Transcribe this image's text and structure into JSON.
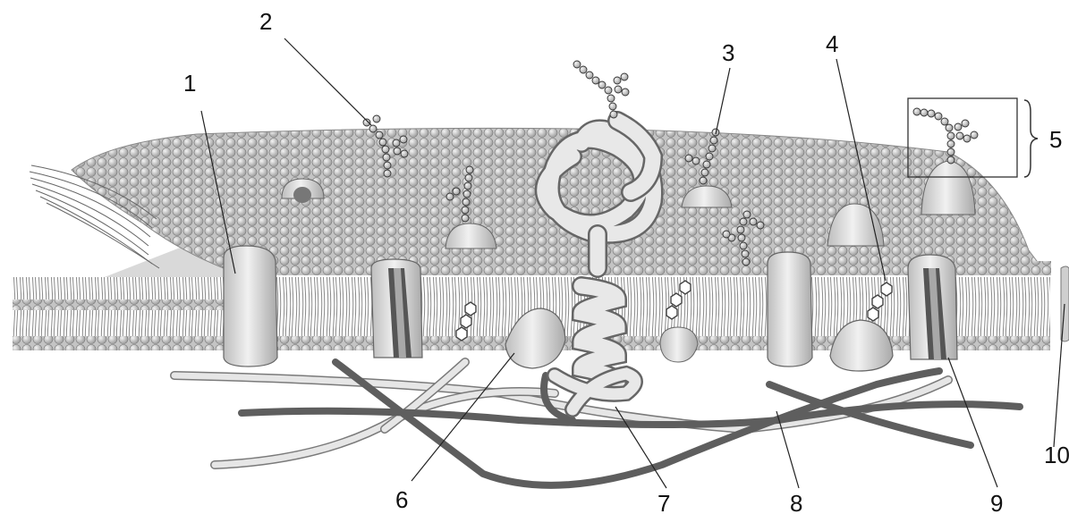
{
  "figure": {
    "subject": "fluid mosaic model of the cell membrane",
    "style": "grayscale line illustration",
    "callouts": [
      {
        "label": "1",
        "points_to": "integral protein spanning the bilayer"
      },
      {
        "label": "2",
        "points_to": "carbohydrate chain attached to lipid"
      },
      {
        "label": "3",
        "points_to": "glycoprotein carbohydrate chain"
      },
      {
        "label": "4",
        "points_to": "cholesterol molecule in bilayer"
      },
      {
        "label": "5",
        "points_to": "boxed carbohydrate side chain"
      },
      {
        "label": "6",
        "points_to": "peripheral protein on inner surface"
      },
      {
        "label": "7",
        "points_to": "coiled transmembrane protein"
      },
      {
        "label": "8",
        "points_to": "cytoskeleton filaments"
      },
      {
        "label": "9",
        "points_to": "channel protein"
      },
      {
        "label": "10",
        "points_to": "edge of membrane cross-section"
      }
    ]
  }
}
